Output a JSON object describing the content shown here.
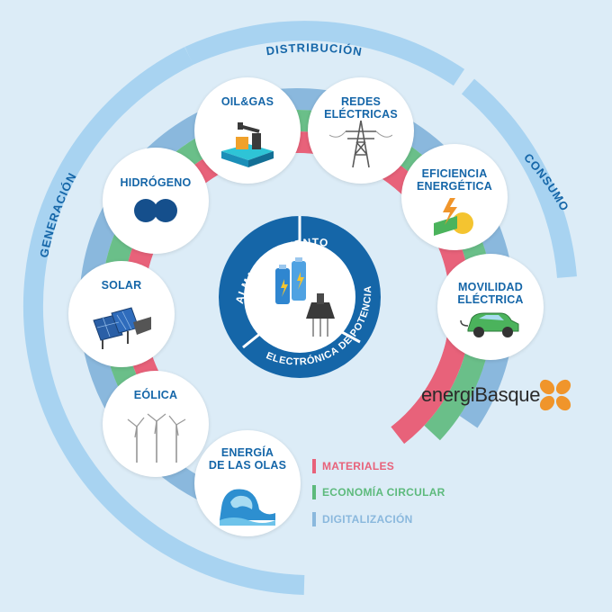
{
  "ring_labels": {
    "distribution": "DISTRIBUCIÓN",
    "consumption": "CONSUMO",
    "generation": "GENERACIÓN"
  },
  "center": {
    "storage": "ALMACENAMIENTO",
    "power_electronics": "ELECTRÓNICA DE POTENCIA"
  },
  "nodes": {
    "oil_gas": "OIL&GAS",
    "grids": "REDES\nELÉCTRICAS",
    "hydrogen": "HIDRÓGENO",
    "efficiency": "EFICIENCIA\nENERGÉTICA",
    "solar": "SOLAR",
    "mobility": "MOVILIDAD\nELÉCTRICA",
    "wind": "EÓLICA",
    "wave": "ENERGÍA\nDE LAS OLAS"
  },
  "legend": [
    {
      "label": "MATERIALES",
      "color": "#e8627a"
    },
    {
      "label": "ECONOMÍA CIRCULAR",
      "color": "#5dba7c"
    },
    {
      "label": "DIGITALIZACIÓN",
      "color": "#8ab8dd"
    }
  ],
  "brand": {
    "name": "energiBasque",
    "accent": "#f0952b"
  },
  "colors": {
    "primary_blue": "#1566a8",
    "light_blue": "#a8d3f1",
    "materials": "#e8627a",
    "circular": "#5dba7c",
    "digital": "#8ab8dd"
  }
}
